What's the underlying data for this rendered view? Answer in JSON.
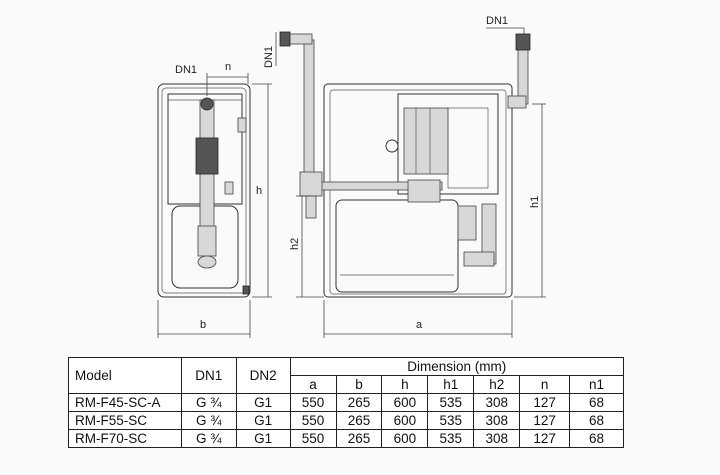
{
  "drawing": {
    "labels": {
      "dn1_top_left": "DN1",
      "n": "n",
      "dn1_vertical": "DN1",
      "dn1_top_right": "DN1",
      "h": "h",
      "h1": "h1",
      "h2": "h2",
      "b": "b",
      "a": "a"
    }
  },
  "table": {
    "headers": {
      "model": "Model",
      "dn1": "DN1",
      "dn2": "DN2",
      "dimension": "Dimension (mm)",
      "sub": [
        "a",
        "b",
        "h",
        "h1",
        "h2",
        "n",
        "n1"
      ]
    },
    "rows": [
      {
        "model": "RM-F45-SC-A",
        "dn1": "G ¾",
        "dn2": "G1",
        "a": "550",
        "b": "265",
        "h": "600",
        "h1": "535",
        "h2": "308",
        "n": "127",
        "n1": "68"
      },
      {
        "model": "RM-F55-SC",
        "dn1": "G ¾",
        "dn2": "G1",
        "a": "550",
        "b": "265",
        "h": "600",
        "h1": "535",
        "h2": "308",
        "n": "127",
        "n1": "68"
      },
      {
        "model": "RM-F70-SC",
        "dn1": "G ¾",
        "dn2": "G1",
        "a": "550",
        "b": "265",
        "h": "600",
        "h1": "535",
        "h2": "308",
        "n": "127",
        "n1": "68"
      }
    ]
  }
}
